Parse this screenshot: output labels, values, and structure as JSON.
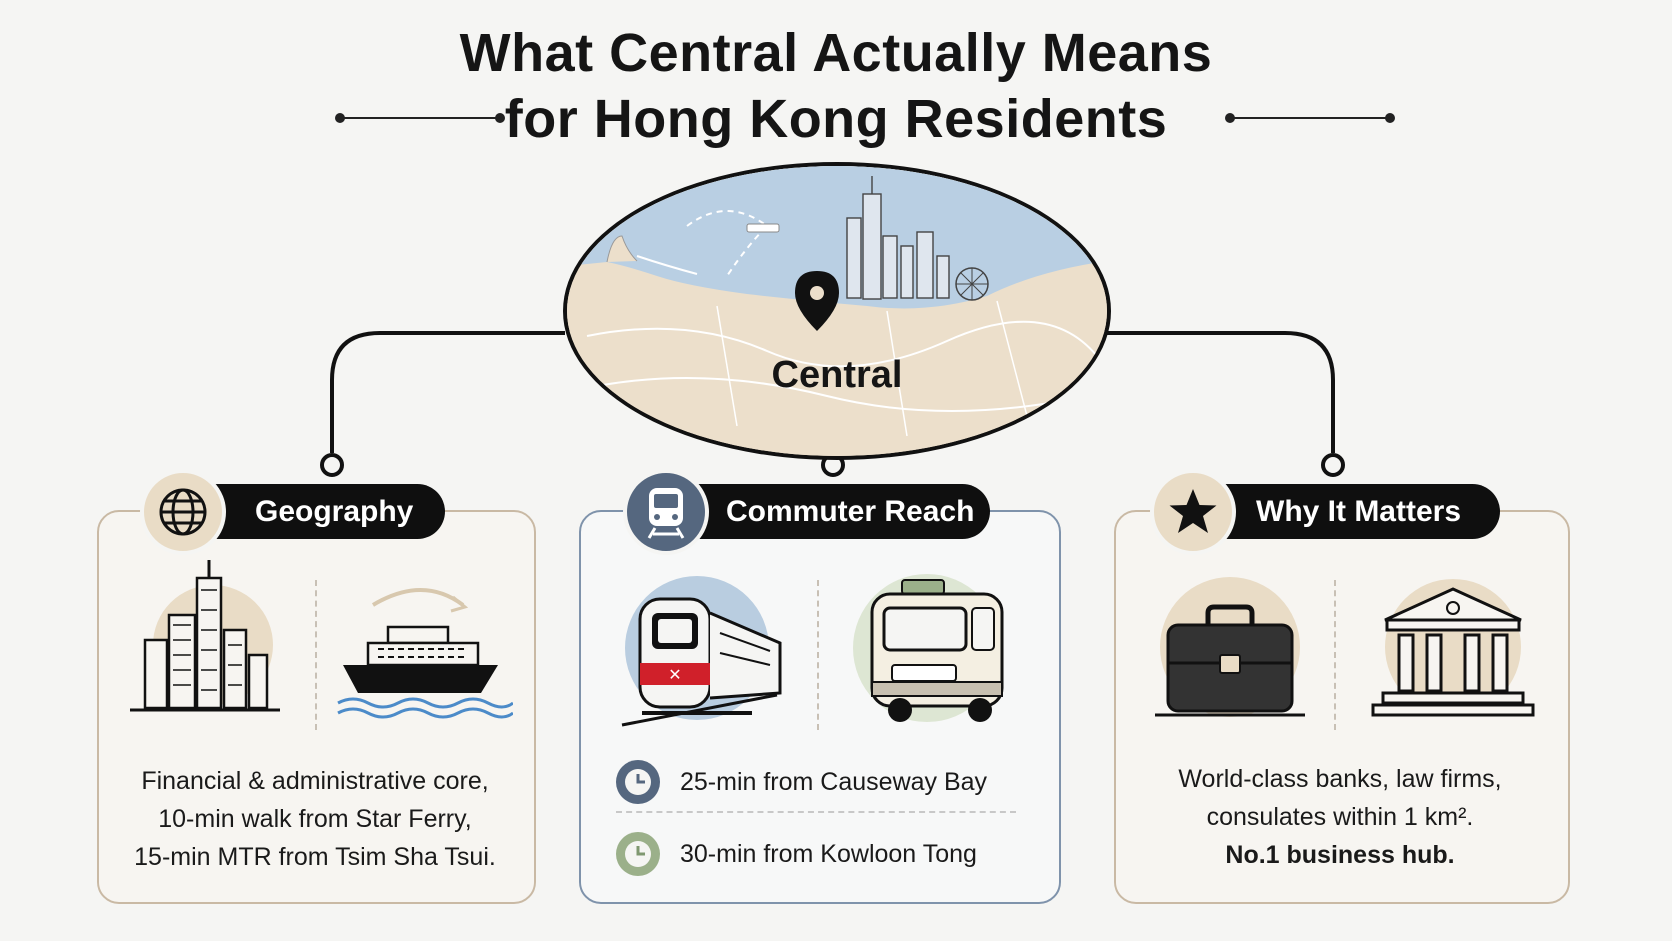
{
  "title": {
    "line1": "What Central Actually Means",
    "line2": "for Hong Kong Residents"
  },
  "center_node": {
    "label": "Central",
    "icon": "location-pin-icon"
  },
  "cards": [
    {
      "heading": "Geography",
      "badge_icon": "globe-icon",
      "illustrations": [
        "skyline-icon",
        "ferry-icon"
      ],
      "lines": [
        "Financial & administrative core,",
        "10-min walk from Star Ferry,",
        "15-min MTR from Tsim Sha Tsui."
      ]
    },
    {
      "heading": "Commuter Reach",
      "badge_icon": "train-icon",
      "illustrations": [
        "mtr-train-icon",
        "minibus-icon"
      ],
      "rows": [
        {
          "icon": "clock-icon",
          "text": "25-min from Causeway Bay"
        },
        {
          "icon": "clock-icon",
          "text": "30-min from Kowloon Tong"
        }
      ]
    },
    {
      "heading": "Why It Matters",
      "badge_icon": "star-icon",
      "illustrations": [
        "briefcase-icon",
        "bank-building-icon"
      ],
      "lines": [
        "World-class banks, law firms,",
        "consulates within 1 km².",
        "No.1 business hub."
      ]
    }
  ],
  "colors": {
    "tan_accent": "#e9dcc6",
    "blue_accent": "#55677f",
    "green_accent": "#9bb08a",
    "sea": "#b9cfe3",
    "land": "#ecdfcb"
  }
}
